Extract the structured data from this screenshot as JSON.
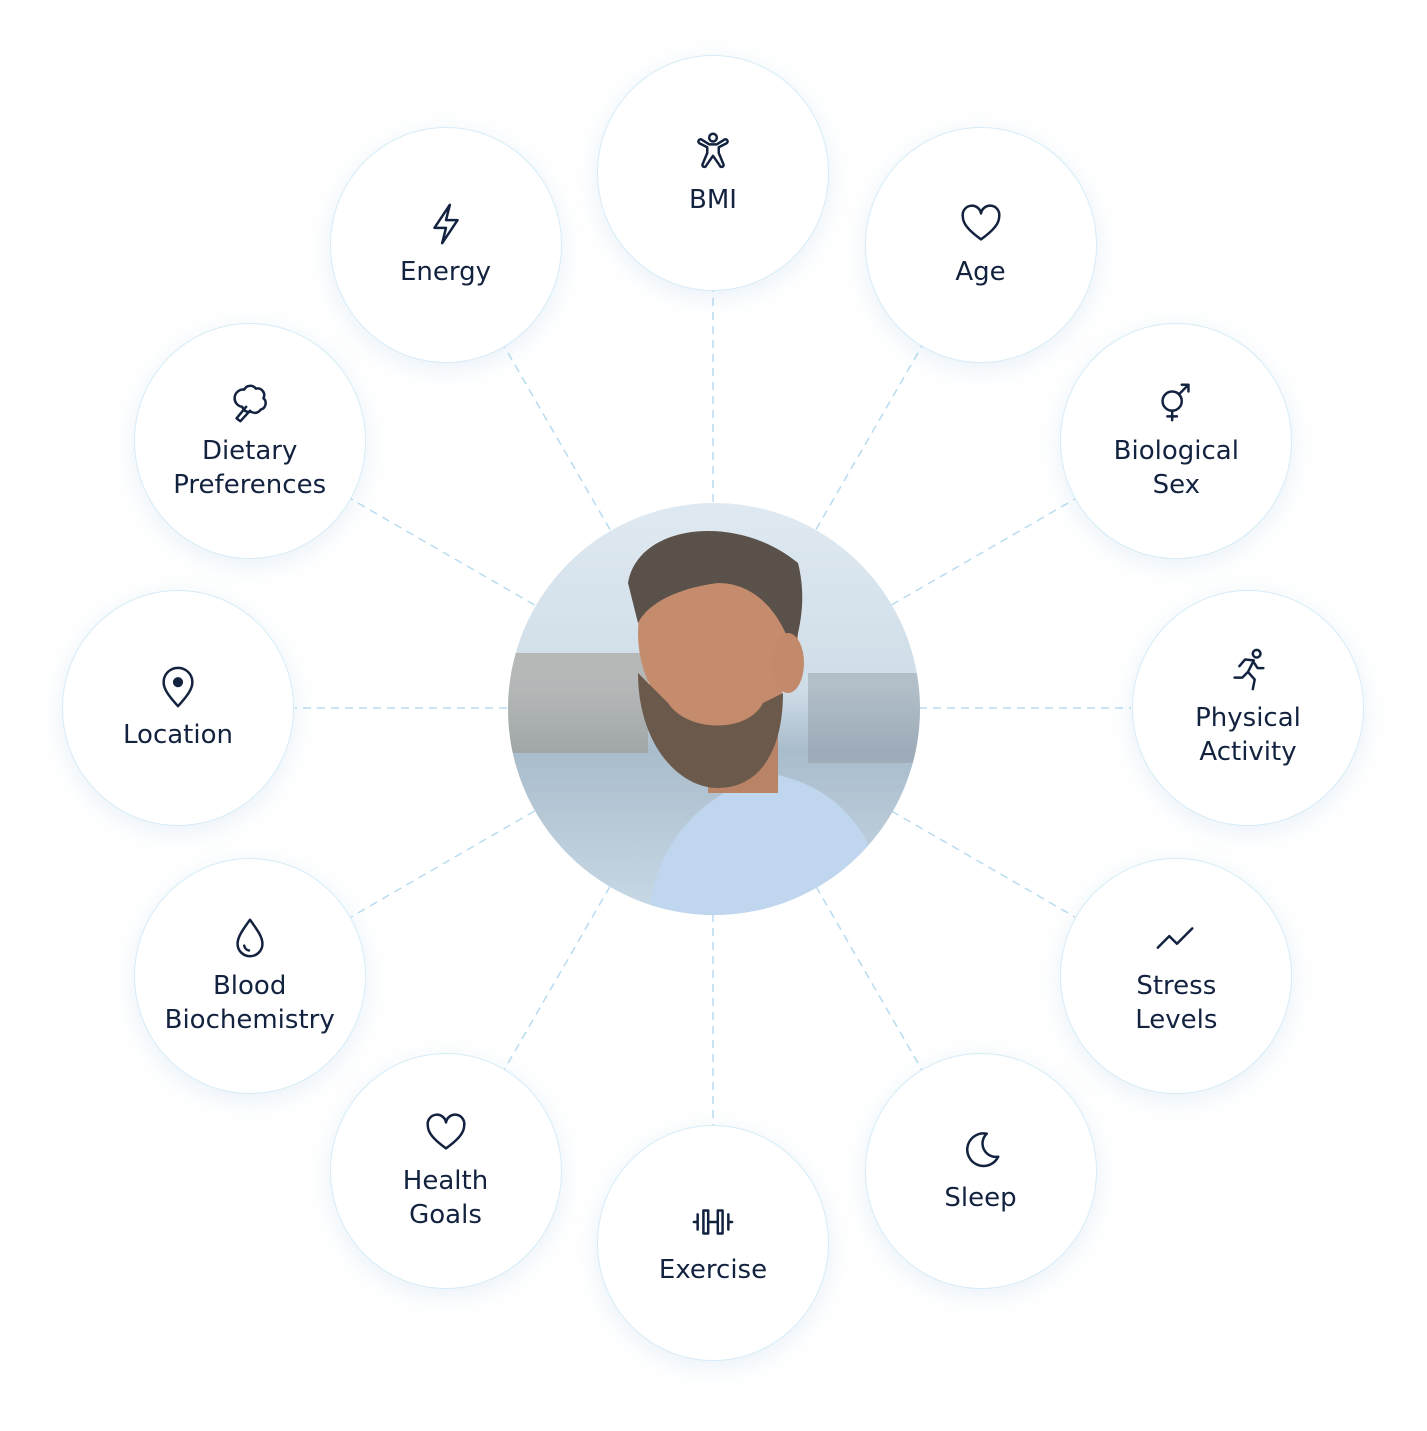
{
  "diagram": {
    "center": {
      "type": "portrait-photo",
      "subject": "person"
    },
    "nodes": [
      {
        "label": "BMI",
        "icon": "person-arms-out-icon"
      },
      {
        "label": "Age",
        "icon": "heart-icon"
      },
      {
        "label": "Biological\nSex",
        "icon": "gender-symbol-icon"
      },
      {
        "label": "Physical\nActivity",
        "icon": "running-person-icon"
      },
      {
        "label": "Stress\nLevels",
        "icon": "trend-line-icon"
      },
      {
        "label": "Sleep",
        "icon": "moon-icon"
      },
      {
        "label": "Exercise",
        "icon": "dumbbell-icon"
      },
      {
        "label": "Health\nGoals",
        "icon": "heart-icon"
      },
      {
        "label": "Blood\nBiochemistry",
        "icon": "droplet-icon"
      },
      {
        "label": "Location",
        "icon": "map-pin-icon"
      },
      {
        "label": "Dietary\nPreferences",
        "icon": "broccoli-icon"
      },
      {
        "label": "Energy",
        "icon": "lightning-icon"
      }
    ],
    "colors": {
      "text": "#13223f",
      "line": "#b8dcef",
      "border": "#d6ecf8"
    }
  }
}
